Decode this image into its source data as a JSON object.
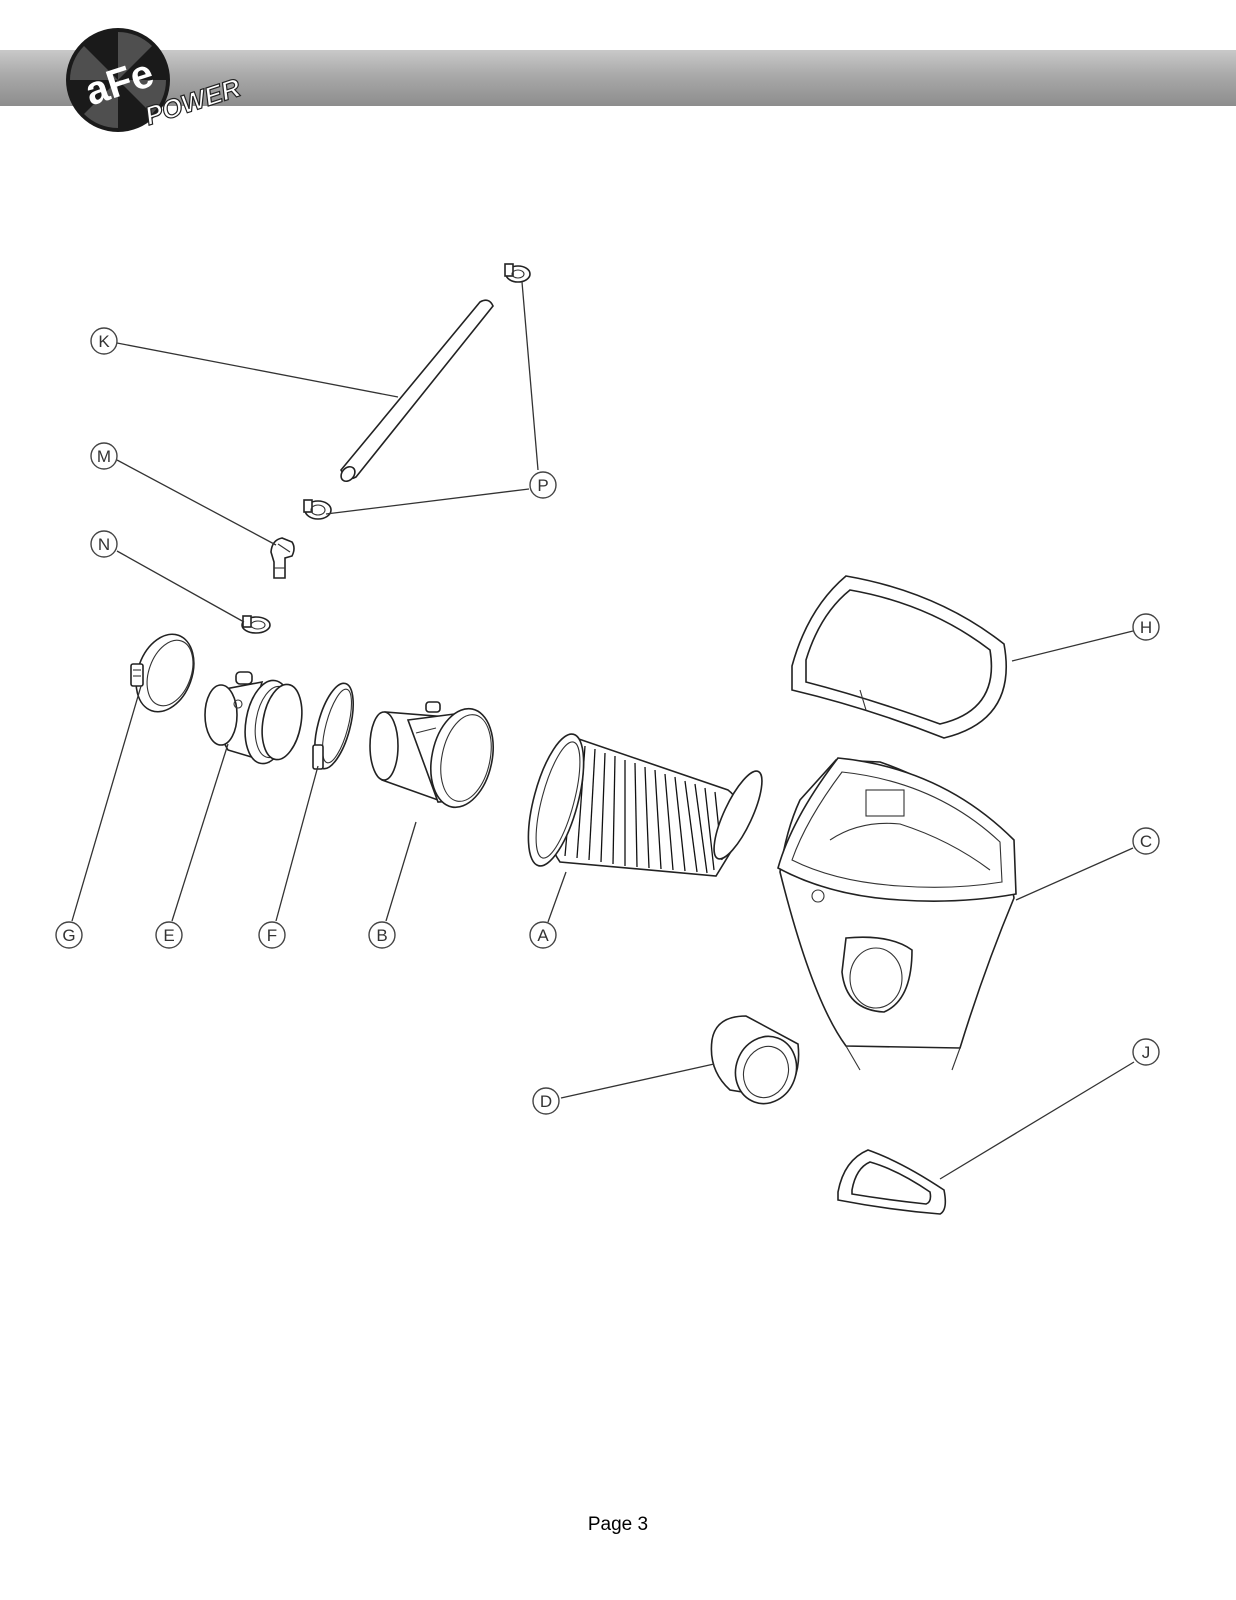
{
  "header": {
    "brand": "aFe POWER",
    "bar_color": "#a9a9a9"
  },
  "diagram": {
    "callouts": [
      "K",
      "M",
      "N",
      "P",
      "H",
      "C",
      "G",
      "E",
      "F",
      "B",
      "A",
      "D",
      "J"
    ]
  },
  "footer": {
    "page_label": "Page 3"
  }
}
